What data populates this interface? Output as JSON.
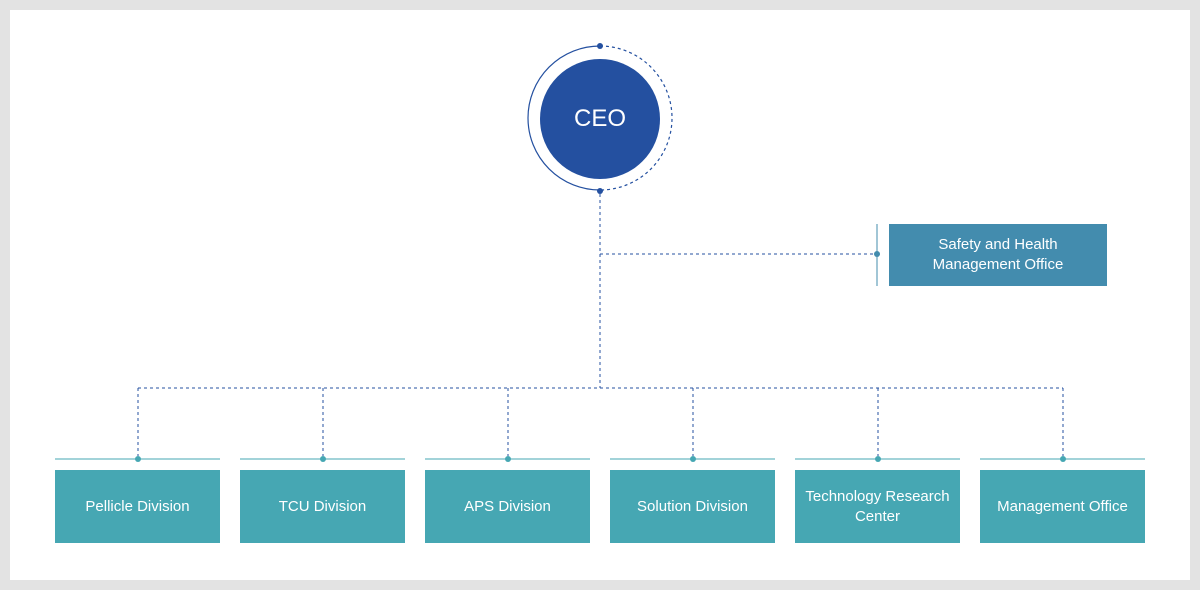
{
  "ceo": {
    "label": "CEO"
  },
  "staff": {
    "line1": "Safety and Health",
    "line2": "Management Office"
  },
  "divisions": [
    {
      "line1": "Pellicle Division",
      "line2": ""
    },
    {
      "line1": "TCU Division",
      "line2": ""
    },
    {
      "line1": "APS Division",
      "line2": ""
    },
    {
      "line1": "Solution Division",
      "line2": ""
    },
    {
      "line1": "Technology Research",
      "line2": "Center"
    },
    {
      "line1": "Management Office",
      "line2": ""
    }
  ],
  "colors": {
    "ceo": "#2450a0",
    "staff": "#438cae",
    "division": "#46a7b3",
    "connector": "#2450a0",
    "accent_line": "#46a7b3"
  }
}
